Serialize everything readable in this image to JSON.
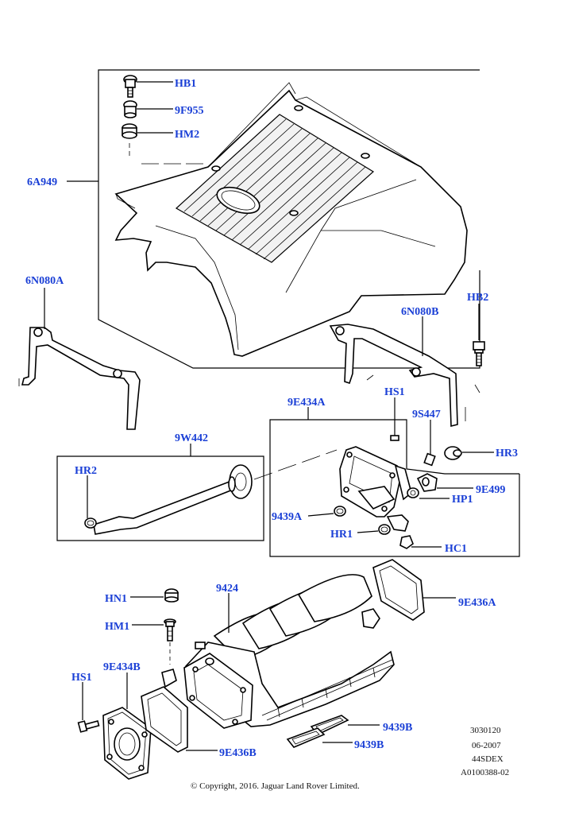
{
  "labels": {
    "hb1": "HB1",
    "f955": "9F955",
    "hm2": "HM2",
    "a949": "6A949",
    "n080a": "6N080A",
    "n080b": "6N080B",
    "hb2": "HB2",
    "hs1_top": "HS1",
    "e434a": "9E434A",
    "s447": "9S447",
    "hr3": "HR3",
    "w442": "9W442",
    "hr2": "HR2",
    "e499": "9E499",
    "hp1": "HP1",
    "n9439a": "9439A",
    "hr1": "HR1",
    "hc1": "HC1",
    "hn1": "HN1",
    "n9424": "9424",
    "e436a": "9E436A",
    "hm1": "HM1",
    "e434b": "9E434B",
    "hs1_bottom": "HS1",
    "n9439b_1": "9439B",
    "n9439b_2": "9439B",
    "e436b": "9E436B"
  },
  "ref": {
    "line1": "3030120",
    "line2": "06-2007",
    "line3": "44SDEX",
    "line4": "A0100388-02"
  },
  "copyright": "© Copyright, 2016. Jaguar Land Rover Limited.",
  "colors": {
    "label": "#1a3fd6",
    "line": "#000000",
    "background": "#ffffff"
  }
}
